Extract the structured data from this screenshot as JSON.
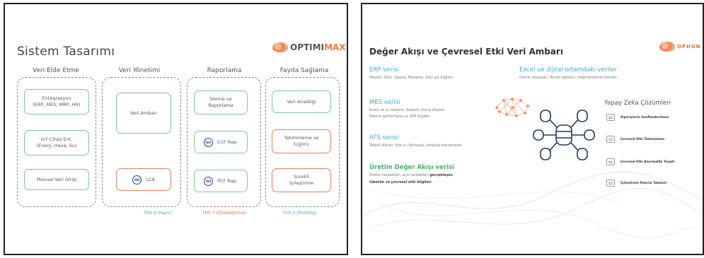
{
  "left_slide": {
    "title": "Sistem Tasarımı",
    "logo": {
      "part1": "OPTIMI",
      "part2": "MAX"
    },
    "columns": [
      {
        "header": "Veri Elde Etme"
      },
      {
        "header": "Veri Yönetimi"
      },
      {
        "header": "Raporlama"
      },
      {
        "header": "Fayda Sağlama"
      }
    ],
    "boxes": {
      "integration_line1": "Entegrasyon",
      "integration_line2": "(ERP, MES, MRP, HR)",
      "iot_line1": "IoT Cihaz Ent.",
      "iot_line2": "(Enerji, Hava, Su)",
      "manual": "Manuel Veri Girişi",
      "warehouse": "Veri Ambarı",
      "lca": "LCA",
      "monitoring_line1": "İzleme ve",
      "monitoring_line2": "Raporlama",
      "ccf": "CCF Rap.",
      "pcf": "PCF Rap.",
      "analytics": "Veri Analitiği",
      "forecast_line1": "Tahminleme ve",
      "forecast_line2": "İçgörü",
      "improve_line1": "Sürekli",
      "improve_line2": "İyileştirme",
      "iso_label": "ISO"
    },
    "legend": [
      {
        "label": "THS 9 (Hazır)",
        "color": "#3fb66a"
      },
      {
        "label": "THS 7 (Özelleştirme)",
        "color": "#ef6a4a"
      },
      {
        "label": "THS 5 (Prototip)",
        "color": "#4aa3d8"
      }
    ]
  },
  "right_slide": {
    "title": "Değer Akışı ve Çevresel Etki Veri Ambarı",
    "logo": "OPHUN",
    "sections": {
      "erp_title": "ERP verisi",
      "erp_text": "Meşteri, Ürün, Sipariş, Malzeme, Satıl yat bilgileri",
      "excel_title": "Excel ve dijital ortamdaki veriler",
      "excel_text": "Üretim dosyaları, Teknik tabloları, Değerlendirme formları",
      "mes_title": "MES verisi",
      "mes_text1": "Enerji ve su tüketimi, Rework, Duruş bilgileri",
      "mes_text2": "Makine performansı ve OEE bilgileri",
      "ats_title": "ATS verisi",
      "ats_text": "Tüketil atıkları, Atık su, Kimyasal, Ambalaj malzemeleri",
      "vsm_title": "Üretim Değer Akışı verisi",
      "vsm_text1": "Üretim hareketleri, açık hareketleri",
      "vsm_text1_bold": "gerçekleşen",
      "vsm_text2_bold": "tüketim ve çevresel etki bilgileri"
    },
    "ai": {
      "title": "Yapay Zeka Çözümleri",
      "items": [
        "Siparişlerin Sınıflandırılması",
        "Çevresel Etki Tahminleme",
        "Çevresel Etki Anormallik Tespiti",
        "İyileştirme Önerisi Tahmini"
      ]
    }
  }
}
